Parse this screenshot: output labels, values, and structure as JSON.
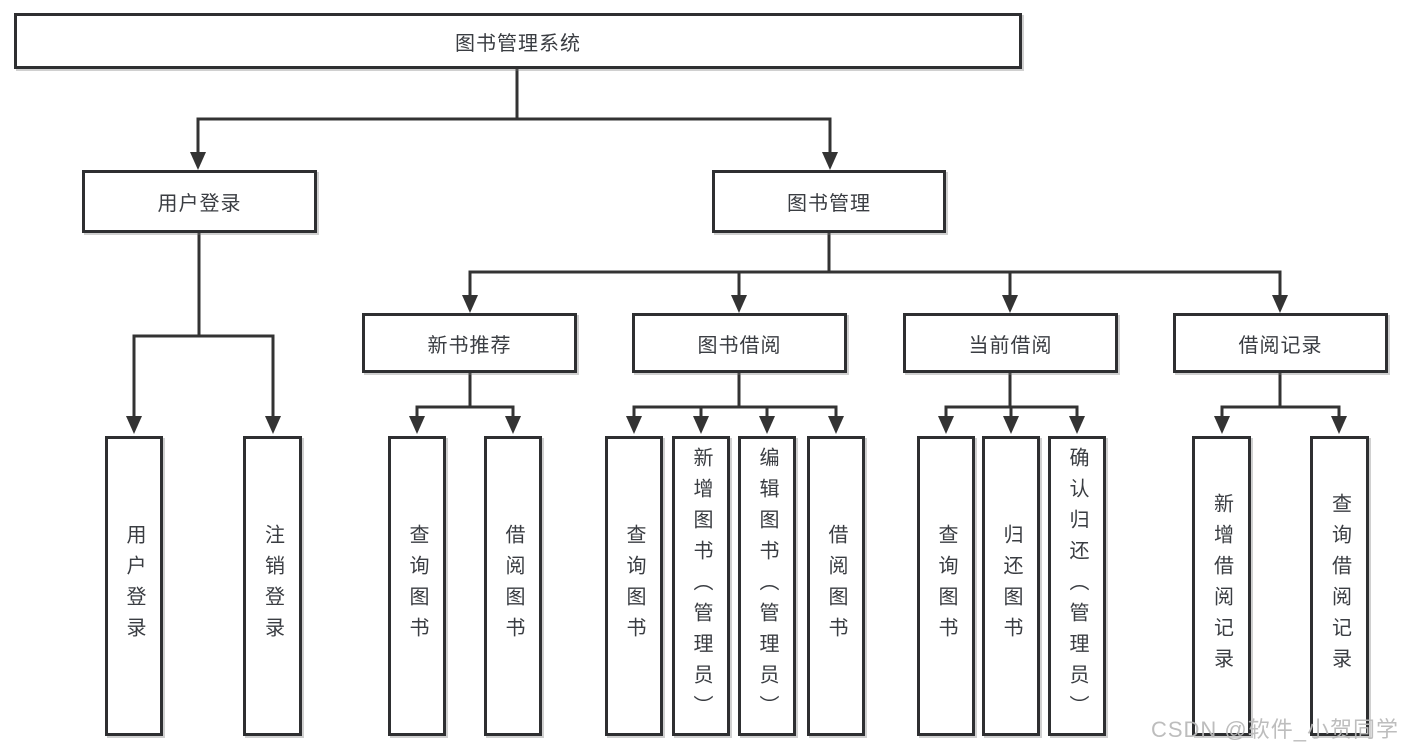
{
  "tree": {
    "root": "图书管理系统",
    "user_login": {
      "label": "用户登录",
      "children": [
        "用户登录",
        "注销登录"
      ]
    },
    "book_mgmt": {
      "label": "图书管理",
      "children": {
        "new_book_rec": {
          "label": "新书推荐",
          "children": [
            "查询图书",
            "借阅图书"
          ]
        },
        "book_borrow": {
          "label": "图书借阅",
          "children": [
            "查询图书",
            "新增图书（管理员）",
            "编辑图书（管理员）",
            "借阅图书"
          ]
        },
        "current_borrow": {
          "label": "当前借阅",
          "children": [
            "查询图书",
            "归还图书",
            "确认归还（管理员）"
          ]
        },
        "borrow_records": {
          "label": "借阅记录",
          "children": [
            "新增借阅记录",
            "查询借阅记录"
          ]
        }
      }
    }
  },
  "colors": {
    "line": "#333333",
    "border": "#2e2f31",
    "text": "#3a3d42",
    "watermark": "#b9b9b9"
  },
  "watermark": "CSDN @软件_小贺同学"
}
